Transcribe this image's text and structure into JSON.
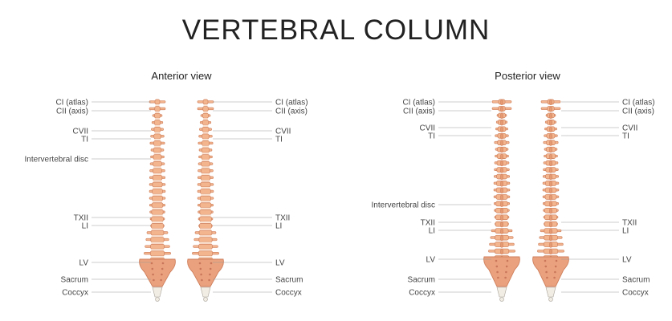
{
  "title": "VERTEBRAL COLUMN",
  "colors": {
    "bone_fill": "#f2b58e",
    "bone_edge": "#cf7f5c",
    "disc_fill": "#fbe3d3",
    "coccyx_fill": "#f1ece4",
    "leader_line": "#9a9a9a"
  },
  "views": [
    {
      "key": "anterior",
      "heading": "Anterior view",
      "left_labels": [
        {
          "text": "CI (atlas)",
          "level": "c1"
        },
        {
          "text": "CII (axis)",
          "level": "c2"
        },
        {
          "text": "CVII",
          "level": "c7"
        },
        {
          "text": "TI",
          "level": "t1"
        },
        {
          "text": "Intervertebral disc",
          "level": "disc"
        },
        {
          "text": "TXII",
          "level": "t12"
        },
        {
          "text": "LI",
          "level": "l1"
        },
        {
          "text": "LV",
          "level": "l5"
        },
        {
          "text": "Sacrum",
          "level": "sacrum"
        },
        {
          "text": "Coccyx",
          "level": "coccyx"
        }
      ],
      "right_labels": [
        {
          "text": "CI (atlas)",
          "level": "c1"
        },
        {
          "text": "CII (axis)",
          "level": "c2"
        },
        {
          "text": "CVII",
          "level": "c7"
        },
        {
          "text": "TI",
          "level": "t1"
        },
        {
          "text": "TXII",
          "level": "t12"
        },
        {
          "text": "LI",
          "level": "l1"
        },
        {
          "text": "LV",
          "level": "l5"
        },
        {
          "text": "Sacrum",
          "level": "sacrum"
        },
        {
          "text": "Coccyx",
          "level": "coccyx"
        }
      ]
    },
    {
      "key": "posterior",
      "heading": "Posterior view",
      "left_labels": [
        {
          "text": "CI (atlas)",
          "level": "c1"
        },
        {
          "text": "CII (axis)",
          "level": "c2"
        },
        {
          "text": "CVII",
          "level": "c7"
        },
        {
          "text": "TI",
          "level": "t1"
        },
        {
          "text": "Intervertebral disc",
          "level": "disc"
        },
        {
          "text": "TXII",
          "level": "t12"
        },
        {
          "text": "LI",
          "level": "l1"
        },
        {
          "text": "LV",
          "level": "l5"
        },
        {
          "text": "Sacrum",
          "level": "sacrum"
        },
        {
          "text": "Coccyx",
          "level": "coccyx"
        }
      ],
      "right_labels": [
        {
          "text": "CI (atlas)",
          "level": "c1"
        },
        {
          "text": "CII (axis)",
          "level": "c2"
        },
        {
          "text": "CVII",
          "level": "c7"
        },
        {
          "text": "TI",
          "level": "t1"
        },
        {
          "text": "TXII",
          "level": "t12"
        },
        {
          "text": "LI",
          "level": "l1"
        },
        {
          "text": "LV",
          "level": "l5"
        },
        {
          "text": "Sacrum",
          "level": "sacrum"
        },
        {
          "text": "Coccyx",
          "level": "coccyx"
        }
      ]
    }
  ]
}
